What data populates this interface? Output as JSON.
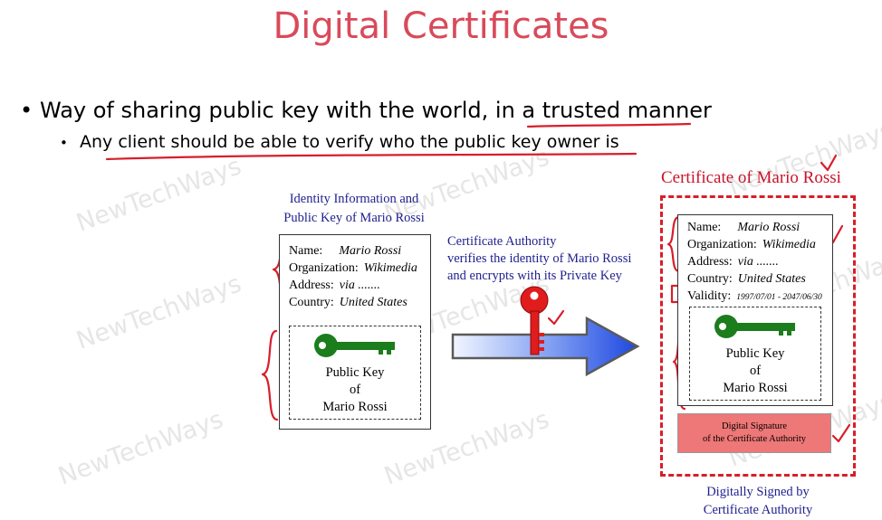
{
  "slide": {
    "title": "Digital Certificates",
    "bullet1": "Way of sharing public key with the world, in a trusted manner",
    "bullet2": "Any client should be able to verify who the public key owner is"
  },
  "watermark": "NewTechWays",
  "identity": {
    "caption_line1": "Identity Information and",
    "caption_line2": "Public Key of Mario Rossi",
    "name_label": "Name:",
    "name_value": "Mario Rossi",
    "org_label": "Organization:",
    "org_value": "Wikimedia",
    "address_label": "Address:",
    "address_value": "via .......",
    "country_label": "Country:",
    "country_value": "United States",
    "key_line1": "Public Key",
    "key_line2": "of",
    "key_line3": "Mario Rossi"
  },
  "ca": {
    "line1": "Certificate Authority",
    "line2": "verifies the identity of Mario Rossi",
    "line3": "and encrypts with its Private Key"
  },
  "certificate": {
    "title": "Certificate of Mario Rossi",
    "name_label": "Name:",
    "name_value": "Mario Rossi",
    "org_label": "Organization:",
    "org_value": "Wikimedia",
    "address_label": "Address:",
    "address_value": "via .......",
    "country_label": "Country:",
    "country_value": "United States",
    "validity_label": "Validity:",
    "validity_value": "1997/07/01 - 2047/06/30",
    "key_line1": "Public Key",
    "key_line2": "of",
    "key_line3": "Mario Rossi",
    "sig_line1": "Digital Signature",
    "sig_line2": "of the Certificate Authority",
    "footer_line1": "Digitally Signed by",
    "footer_line2": "Certificate Authority"
  },
  "colors": {
    "title": "#d94a5a",
    "annotation_red": "#d81e2a",
    "caption_blue": "#21218f",
    "public_key_green": "#1b7d1b",
    "private_key_red": "#e01c1c",
    "arrow_blue": "#2f5ee6",
    "signature_fill": "#ee7777"
  }
}
